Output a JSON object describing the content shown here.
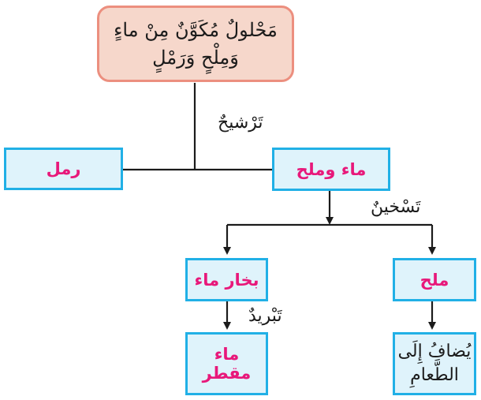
{
  "colors": {
    "box_border": "#21b0e6",
    "box_fill": "#dff3fb",
    "root_border": "#ec8f7f",
    "root_fill": "#f6d7cb",
    "label_pink": "#e8187a",
    "line": "#1b1b1b"
  },
  "root": {
    "line1": "مَحْلولٌ مُكَوَّنٌ مِنْ ماءٍ",
    "line2": "وَمِلْحٍ وَرَمْلٍ"
  },
  "edges": {
    "filtration": "تَرْشيحٌ",
    "heating": "تَسْخينٌ",
    "cooling": "تَبْريدٌ"
  },
  "nodes": {
    "sand": "رمل",
    "water_salt": "ماء وملح",
    "vapor": "بخار ماء",
    "salt": "ملح",
    "distilled": "ماء مقطر",
    "food_line1": "يُضافُ إِلَى",
    "food_line2": "الطَّعامِ"
  }
}
